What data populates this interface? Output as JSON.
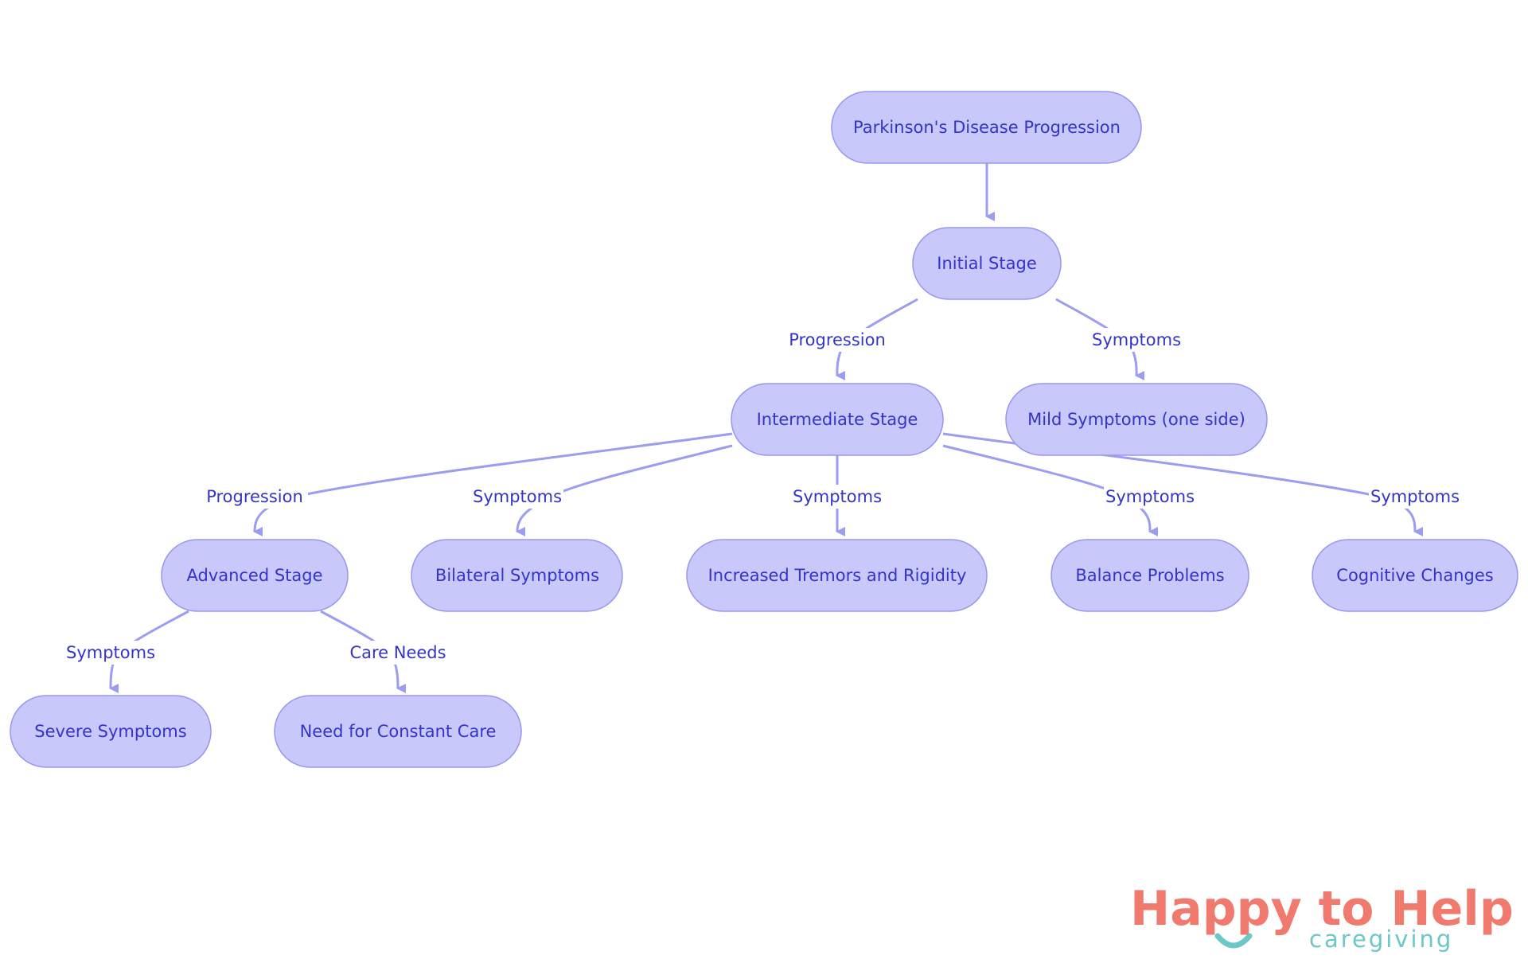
{
  "diagram": {
    "root": {
      "label": "Parkinson's Disease Progression"
    },
    "initial": {
      "label": "Initial Stage"
    },
    "intermediate": {
      "label": "Intermediate Stage"
    },
    "mild": {
      "label": "Mild Symptoms (one side)"
    },
    "advanced": {
      "label": "Advanced Stage"
    },
    "bilateral": {
      "label": "Bilateral Symptoms"
    },
    "tremors": {
      "label": "Increased Tremors and Rigidity"
    },
    "balance": {
      "label": "Balance Problems"
    },
    "cognitive": {
      "label": "Cognitive Changes"
    },
    "severe": {
      "label": "Severe Symptoms"
    },
    "care": {
      "label": "Need for Constant Care"
    },
    "edges": {
      "initial_intermediate": "Progression",
      "initial_mild": "Symptoms",
      "intermediate_advanced": "Progression",
      "intermediate_bilateral": "Symptoms",
      "intermediate_tremors": "Symptoms",
      "intermediate_balance": "Symptoms",
      "intermediate_cognitive": "Symptoms",
      "advanced_severe": "Symptoms",
      "advanced_care": "Care Needs"
    }
  },
  "colors": {
    "node_fill": "#c8c8fb",
    "node_stroke": "#9797ee",
    "edge": "#9c9cf0",
    "text": "#3434c8",
    "logo_primary": "#f07a6d",
    "logo_accent": "#6cc7c7"
  },
  "logo": {
    "text_happy": "Happy to Help",
    "text_sub": "caregiving"
  }
}
